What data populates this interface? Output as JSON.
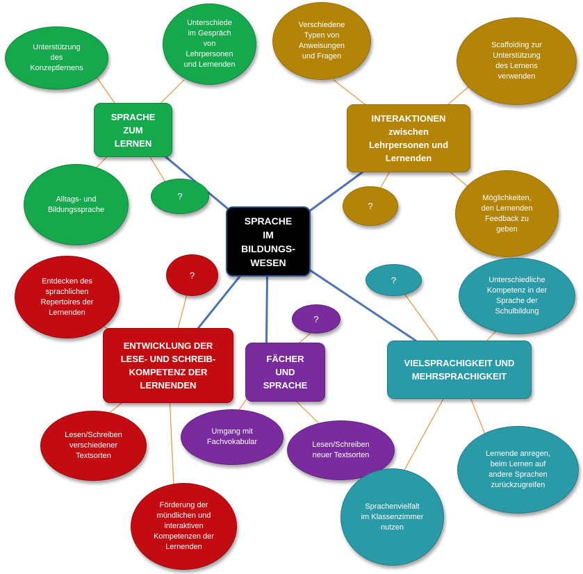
{
  "colors": {
    "green": "#16a84c",
    "gold": "#b38407",
    "red": "#c20c12",
    "purple": "#7a2c9f",
    "teal": "#2a9aa7",
    "center": "#000000",
    "main_connector": "#4a73b4",
    "sub_connector": "#e8923a"
  },
  "center": {
    "label": "SPRACHE\nIM\nBILDUNGS-\nWESEN"
  },
  "branches": {
    "sprache_zum_lernen": {
      "label": "SPRACHE\nZUM\nLERNEN",
      "subtopics": [
        "Unterstützung\ndes\nKonzeptlernens",
        "Unterschiede\nim Gespräch\nvon\nLehrpersonen\nund Lernenden",
        "Alltags- und\nBildungssprache",
        "?"
      ]
    },
    "interaktionen": {
      "label": "INTERAKTIONEN\nzwischen\nLehrpersonen und\nLernenden",
      "subtopics": [
        "Verschiedene\nTypen von\nAnweisungen\nund Fragen",
        "Scaffolding zur\nUnterstützung\ndes Lernens\nverwenden",
        "?",
        "Möglichkeiten,\nden Lernenden\nFeedback zu\ngeben"
      ]
    },
    "entwicklung": {
      "label": "ENTWICKLUNG DER\nLESE- UND SCHREIB-\nKOMPETENZ DER\nLERNENDEN",
      "subtopics": [
        "Entdecken des\nsprachlichen\nRepertoires der\nLernenden",
        "?",
        "Lesen/Schreiben\nverschiedener\nTextsorten",
        "Förderung der\nmündlichen und\ninteraktiven\nKompetenzen der\nLernenden"
      ]
    },
    "faecher": {
      "label": "FÄCHER\nUND\nSPRACHE",
      "subtopics": [
        "?",
        "Umgang mit\nFachvokabular",
        "Lesen/Schreiben\nneuer Textsorten"
      ]
    },
    "vielsprachigkeit": {
      "label": "VIELSPRACHIGKEIT UND\nMEHRSPRACHIGKEIT",
      "subtopics": [
        "?",
        "Unterschiedliche\nKompetenz in der\nSprache der\nSchulbildung",
        "Lernende anregen,\nbeim Lernen auf\nandere Sprachen\nzurückzugreifen",
        "Sprachenvielfalt\nim Klassenzimmer\nnutzen"
      ]
    }
  }
}
